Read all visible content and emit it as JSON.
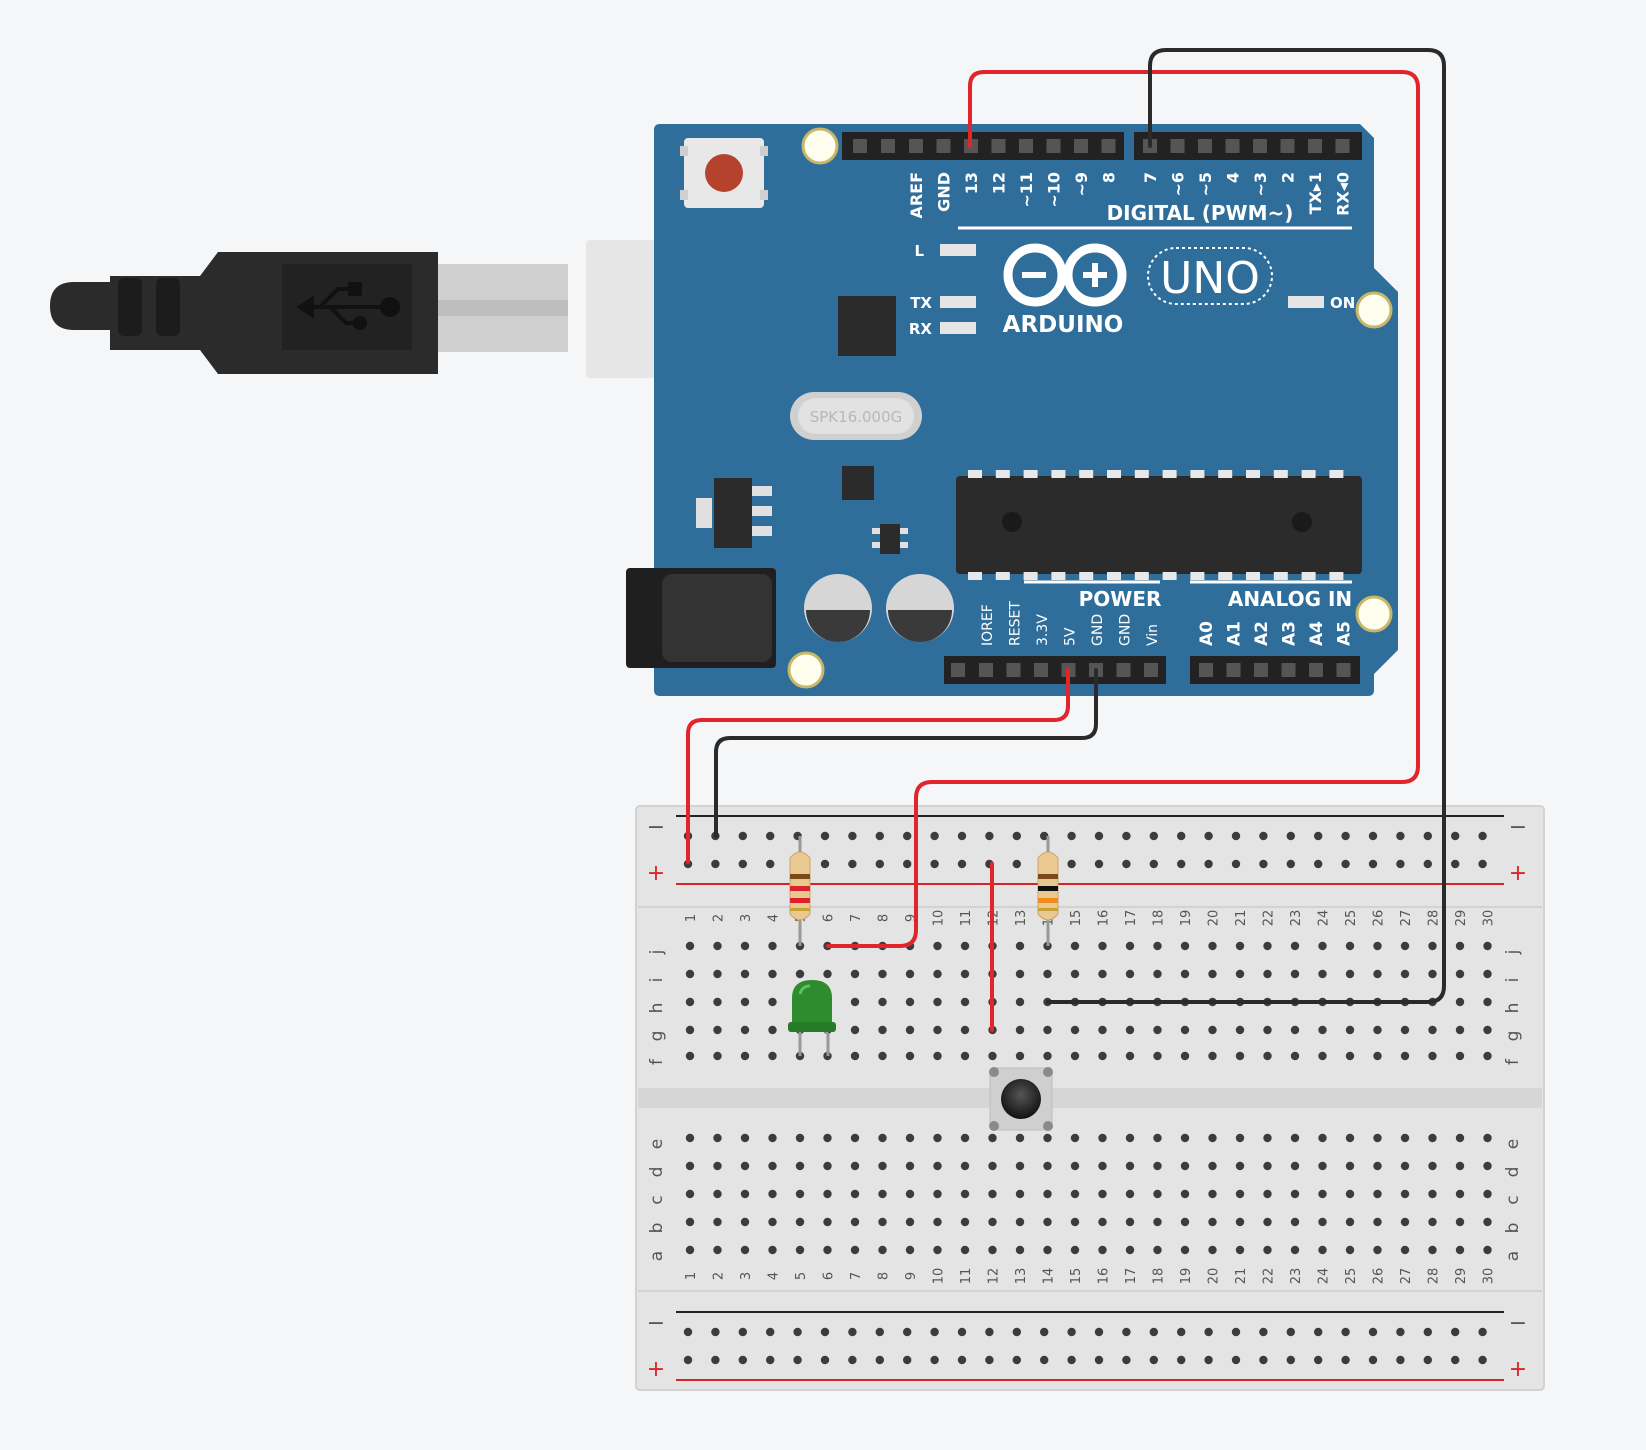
{
  "colors": {
    "background": "#f4f6f8",
    "board": "#2f6d9b",
    "board_text": "#ffffff",
    "breadboard": "#e3e3e3",
    "rail_red": "#d8232a",
    "rail_black": "#222222",
    "wire_red": "#e0252b",
    "wire_black": "#2a2a2a",
    "led": "#2e8b2e",
    "usb_cable": "#2b2b2b"
  },
  "icons": [
    "usb-icon",
    "arduino-infinity-logo-icon",
    "pushbutton-icon",
    "led-icon",
    "resistor-icon"
  ],
  "arduino": {
    "brand": "ARDUINO",
    "model": "UNO",
    "crystal_label": "SPK16.000G",
    "digital_title": "DIGITAL (PWM~)",
    "digital_pins": [
      "AREF",
      "GND",
      "13",
      "12",
      "~11",
      "~10",
      "~9",
      "8",
      "7",
      "~6",
      "~5",
      "4",
      "~3",
      "2",
      "TX▸1",
      "RX◂0"
    ],
    "power_title": "POWER",
    "power_pins": [
      "IOREF",
      "RESET",
      "3.3V",
      "5V",
      "GND",
      "GND",
      "Vin"
    ],
    "analog_title": "ANALOG IN",
    "analog_pins": [
      "A0",
      "A1",
      "A2",
      "A3",
      "A4",
      "A5"
    ],
    "led_l": "L",
    "led_tx": "TX",
    "led_rx": "RX",
    "led_on": "ON"
  },
  "breadboard": {
    "columns": [
      "1",
      "2",
      "3",
      "4",
      "5",
      "6",
      "7",
      "8",
      "9",
      "10",
      "11",
      "12",
      "13",
      "14",
      "15",
      "16",
      "17",
      "18",
      "19",
      "20",
      "21",
      "22",
      "23",
      "24",
      "25",
      "26",
      "27",
      "28",
      "29",
      "30"
    ],
    "top_rows": [
      "j",
      "i",
      "h",
      "g",
      "f"
    ],
    "bottom_rows": [
      "e",
      "d",
      "c",
      "b",
      "a"
    ],
    "minus": "−",
    "plus": "+"
  }
}
